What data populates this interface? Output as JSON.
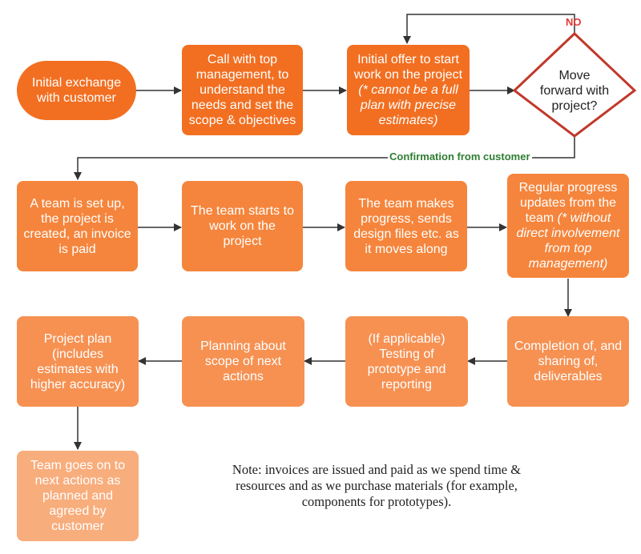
{
  "colors": {
    "dark_orange": "#f26f21",
    "orange": "#f5853c",
    "light_orange": "#f69152",
    "pale_orange": "#f8ad7c",
    "no_label": "#e53935",
    "yes_label": "#2e7d32"
  },
  "nodes": {
    "initial_exchange": [
      "Initial exchange",
      "with customer"
    ],
    "call_top_mgmt": [
      "Call with top",
      "management, to",
      "understand the",
      "needs and set the",
      "scope & objectives"
    ],
    "initial_offer": {
      "lines": [
        "Initial offer to start",
        "work on the project"
      ],
      "note_lines": [
        "(* cannot be a full",
        "plan with precise",
        "estimates)"
      ]
    },
    "decision": [
      "Move",
      "forward with",
      "project?"
    ],
    "team_setup": [
      "A team is set up,",
      "the project is",
      "created, an invoice",
      "is paid"
    ],
    "team_starts": [
      "The team starts to",
      "work on the project"
    ],
    "team_progress": [
      "The team makes",
      "progress, sends",
      "design files etc. as",
      "it moves along"
    ],
    "regular_updates": {
      "lines": [
        "Regular progress",
        "updates from the"
      ],
      "inline_start": "team",
      "inline_note": "(* without",
      "note_lines": [
        "direct involvement",
        "from top",
        "management)"
      ]
    },
    "completion": [
      "Completion of, and",
      "sharing of,",
      "deliverables"
    ],
    "testing": [
      "(If applicable)",
      "Testing of",
      "prototype and",
      "reporting"
    ],
    "planning": [
      "Planning about",
      "scope of next",
      "actions"
    ],
    "project_plan": [
      "Project plan",
      "(includes",
      "estimates with",
      "higher accuracy)"
    ],
    "next_actions": [
      "Team goes on to",
      "next actions as",
      "planned and",
      "agreed by",
      "customer"
    ]
  },
  "labels": {
    "no": "NO",
    "yes": "Confirmation from customer"
  },
  "note": [
    "Note: invoices are issued and paid as we spend time &",
    "resources and as we purchase materials (for example,",
    "components for prototypes)."
  ]
}
